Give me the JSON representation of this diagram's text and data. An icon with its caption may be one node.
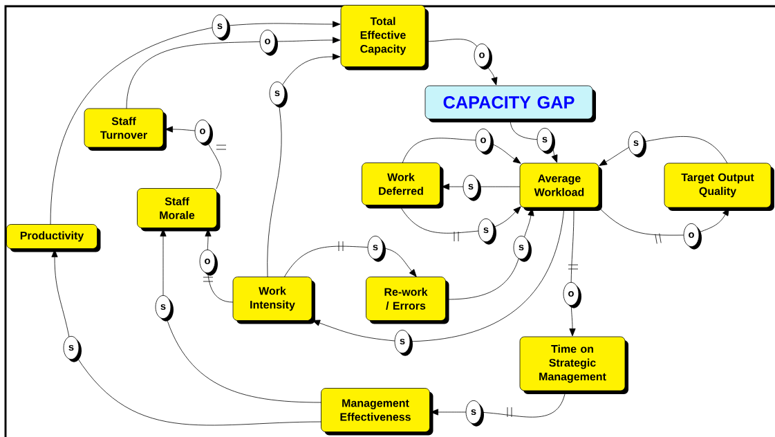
{
  "diagram": {
    "nodes": [
      {
        "text": [
          "Total Effective Capacity"
        ]
      },
      {
        "text": [
          "CAPACITY GAP"
        ]
      },
      {
        "text": [
          "Staff Turnover"
        ]
      },
      {
        "text": [
          "Work Deferred"
        ]
      },
      {
        "text": [
          "Average Workload"
        ]
      },
      {
        "text": [
          "Target Output Quality"
        ]
      },
      {
        "text": [
          "Staff Morale"
        ]
      },
      {
        "text": [
          "Productivity"
        ]
      },
      {
        "text": [
          "Work Intensity"
        ]
      },
      {
        "text": [
          "Re-work / Errors"
        ]
      },
      {
        "text": [
          "Time on Strategic Management"
        ]
      },
      {
        "text": [
          "Management Effectiveness"
        ]
      }
    ],
    "edges": [
      {
        "from": 7,
        "to": 0,
        "arrow": "to",
        "label": "s"
      },
      {
        "from": 2,
        "to": 0,
        "arrow": "to",
        "label": "o"
      },
      {
        "from": 8,
        "to": 0,
        "arrow": "to",
        "label": "s"
      },
      {
        "from": 0,
        "to": 1,
        "arrow": "to",
        "label": "o"
      },
      {
        "from": 1,
        "to": 4,
        "arrow": "to",
        "label": "s"
      },
      {
        "from": 3,
        "to": 4,
        "arrow": "to",
        "label": "o"
      },
      {
        "from": 4,
        "to": 3,
        "arrow": "to",
        "label": "s"
      },
      {
        "from": 3,
        "to": 4,
        "arrow": "to",
        "label": "s"
      },
      {
        "from": 5,
        "to": 4,
        "arrow": "to",
        "label": "s"
      },
      {
        "from": 4,
        "to": 5,
        "arrow": "to",
        "label": "o"
      },
      {
        "from": 6,
        "to": 2,
        "arrow": "to",
        "label": "o"
      },
      {
        "from": 8,
        "to": 6,
        "arrow": "to",
        "label": "o"
      },
      {
        "from": 11,
        "to": 6,
        "arrow": "to",
        "label": "s"
      },
      {
        "from": 11,
        "to": 7,
        "arrow": "to",
        "label": "s"
      },
      {
        "from": 8,
        "to": 9,
        "arrow": "to",
        "label": "s"
      },
      {
        "from": 9,
        "to": 4,
        "arrow": "to",
        "label": "s"
      },
      {
        "from": 4,
        "to": 8,
        "arrow": "to",
        "label": "s"
      },
      {
        "from": 4,
        "to": 10,
        "arrow": "to",
        "label": "o"
      },
      {
        "from": 10,
        "to": 11,
        "arrow": "to",
        "label": "s"
      }
    ]
  }
}
